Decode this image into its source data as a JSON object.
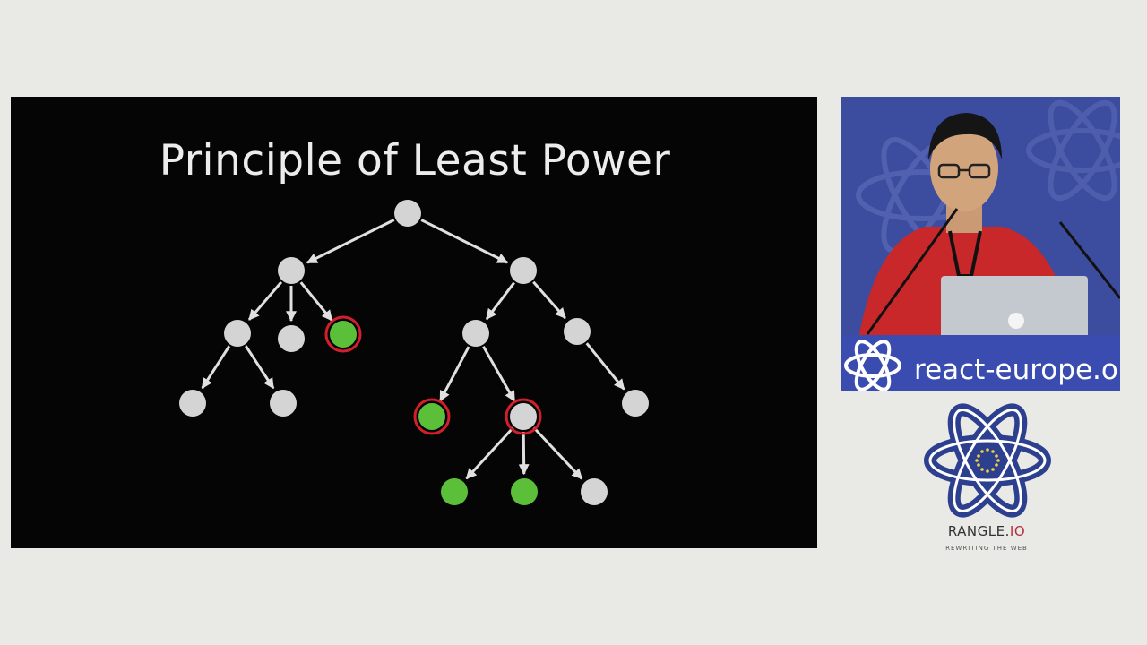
{
  "slide": {
    "title": "Principle of Least Power"
  },
  "colors": {
    "node_gray": "#d4d4d4",
    "node_green": "#5cbf3a",
    "highlight_ring": "#d21f2b",
    "arrow": "#e0e0e0",
    "slide_bg": "#050505",
    "camera_bg": "#3a4a9a",
    "logo_blue": "#2d3f8f"
  },
  "tree": {
    "nodes": [
      {
        "id": "root",
        "color": "gray",
        "ring": false
      },
      {
        "id": "L1",
        "color": "gray",
        "ring": false
      },
      {
        "id": "R1",
        "color": "gray",
        "ring": false
      },
      {
        "id": "LL",
        "color": "gray",
        "ring": false
      },
      {
        "id": "LM",
        "color": "gray",
        "ring": false
      },
      {
        "id": "LR",
        "color": "green",
        "ring": true
      },
      {
        "id": "LLL",
        "color": "gray",
        "ring": false
      },
      {
        "id": "LLR",
        "color": "gray",
        "ring": false
      },
      {
        "id": "RL",
        "color": "gray",
        "ring": false
      },
      {
        "id": "RR",
        "color": "gray",
        "ring": false
      },
      {
        "id": "RLL",
        "color": "green",
        "ring": true
      },
      {
        "id": "RLR",
        "color": "gray",
        "ring": true
      },
      {
        "id": "RRR",
        "color": "gray",
        "ring": false
      },
      {
        "id": "RLRL",
        "color": "green",
        "ring": false
      },
      {
        "id": "RLRM",
        "color": "green",
        "ring": false
      },
      {
        "id": "RLRR",
        "color": "gray",
        "ring": false
      }
    ],
    "edges": [
      [
        "root",
        "L1"
      ],
      [
        "root",
        "R1"
      ],
      [
        "L1",
        "LL"
      ],
      [
        "L1",
        "LM"
      ],
      [
        "L1",
        "LR"
      ],
      [
        "LL",
        "LLL"
      ],
      [
        "LL",
        "LLR"
      ],
      [
        "R1",
        "RL"
      ],
      [
        "R1",
        "RR"
      ],
      [
        "RL",
        "RLL"
      ],
      [
        "RL",
        "RLR"
      ],
      [
        "RR",
        "RRR"
      ],
      [
        "RLR",
        "RLRL"
      ],
      [
        "RLR",
        "RLRM"
      ],
      [
        "RLR",
        "RLRR"
      ]
    ]
  },
  "camera": {
    "banner_text": "react-europe.o"
  },
  "sponsor": {
    "name_main": "RANGLE.",
    "name_accent": "IO",
    "tagline": "REWRITING THE WEB"
  }
}
